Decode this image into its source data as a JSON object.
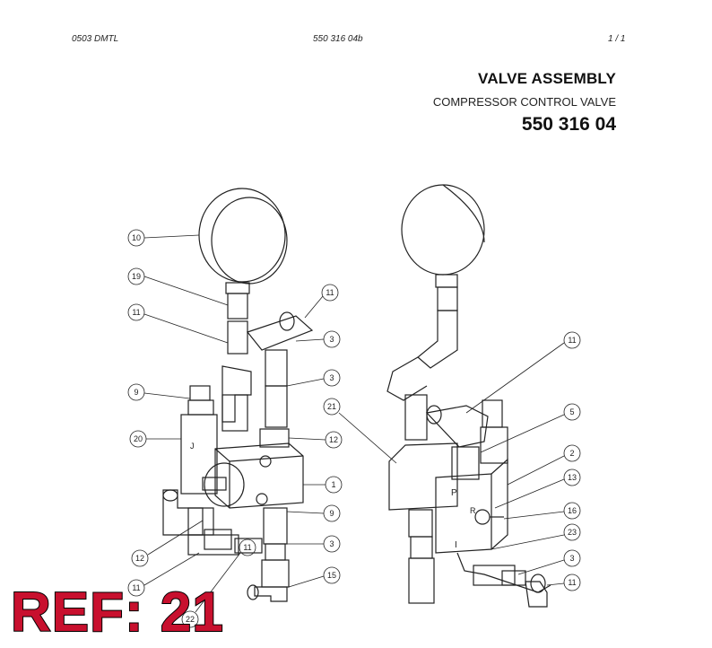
{
  "header": {
    "left": "0503 DMTL",
    "center": "550 316 04b",
    "right": "1 /  1"
  },
  "title": {
    "main": "VALVE ASSEMBLY",
    "subtitle": "COMPRESSOR CONTROL VALVE",
    "part_number": "550 316 04"
  },
  "callouts_left": [
    "10",
    "19",
    "11",
    "11",
    "3",
    "3",
    "9",
    "20",
    "21",
    "12",
    "1",
    "9",
    "3",
    "12",
    "11",
    "11",
    "15",
    "22"
  ],
  "callouts_right": [
    "11",
    "5",
    "2",
    "13",
    "16",
    "23",
    "3",
    "11"
  ],
  "panel_letters": [
    "P",
    "R",
    "I"
  ],
  "ref_label": "REF: 21"
}
